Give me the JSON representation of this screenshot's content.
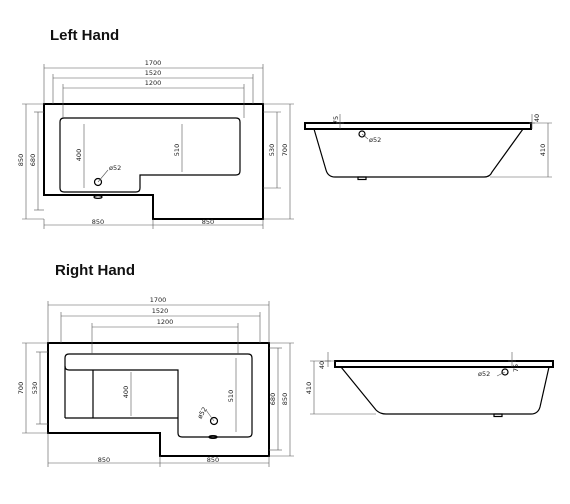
{
  "sections": {
    "left_hand": {
      "title": "Left Hand",
      "dims": {
        "overall_length": "1700",
        "mid_length": "1520",
        "inner_length": "1200",
        "overall_width": "850",
        "rear_width": "680",
        "bath_depth_label": "400",
        "inner_width": "510",
        "waste": "ø52",
        "front_width": "530",
        "right_width": "700",
        "bottom_left": "850",
        "bottom_right": "850",
        "rim": "75",
        "rim_right": "40",
        "height": "410",
        "waste_side": "ø52"
      }
    },
    "right_hand": {
      "title": "Right Hand",
      "dims": {
        "overall_length": "1700",
        "mid_length": "1520",
        "inner_length": "1200",
        "left_width": "700",
        "front_width": "530",
        "bath_depth_label": "400",
        "waste": "ø52",
        "inner_width": "510",
        "rear_width": "680",
        "overall_width": "850",
        "bottom_left": "850",
        "bottom_right": "850",
        "rim_left": "40",
        "rim": "75",
        "height": "410",
        "waste_side": "ø52"
      }
    }
  }
}
